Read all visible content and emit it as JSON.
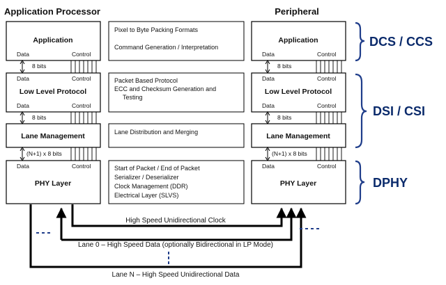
{
  "titles": {
    "left": "Application Processor",
    "right": "Peripheral"
  },
  "layers": {
    "application": "Application",
    "low_level": "Low Level Protocol",
    "lane_mgmt": "Lane Management",
    "phy": "PHY Layer"
  },
  "ports": {
    "data": "Data",
    "control": "Control",
    "eight_bits": "8 bits",
    "n_bits": "(N+1) x 8 bits"
  },
  "descriptions": {
    "application": [
      "Pixel to Byte Packing Formats",
      "Command Generation / Interpretation"
    ],
    "low_level": [
      "Packet Based Protocol",
      "ECC and Checksum Generation and",
      "Testing"
    ],
    "lane_mgmt": [
      "Lane Distribution and Merging"
    ],
    "phy": [
      "Start of Packet / End of Packet",
      "Serializer / Deserializer",
      "Clock Management (DDR)",
      "Electrical Layer (SLVS)"
    ]
  },
  "braces": {
    "dcs": "DCS / CCS",
    "dsi": "DSI / CSI",
    "dphy": "DPHY"
  },
  "links": {
    "clock": "High Speed Unidirectional Clock",
    "lane0": "Lane 0 – High Speed Data (optionally Bidirectional in LP Mode)",
    "laneN": "Lane N – High Speed Unidirectional Data"
  },
  "colors": {
    "brace": "#1f3d8a",
    "brace_text": "#0a2a6b",
    "ellipsis": "#1f3d8a"
  }
}
